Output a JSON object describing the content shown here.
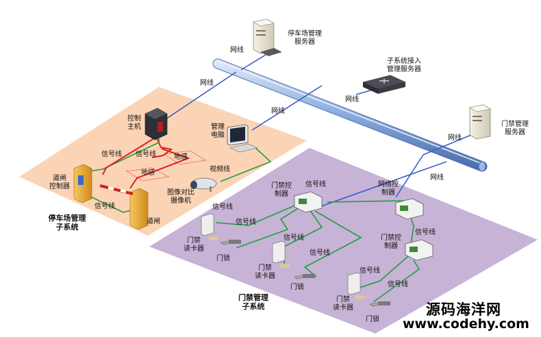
{
  "labels": {
    "parking_server": "停车场管理\n服务器",
    "subsystem_server": "子系统接入\n管理服务器",
    "access_server": "门禁管理\n服务器",
    "control_host": "控制\n主机",
    "mgmt_pc": "管理\n电脑",
    "gate_controller": "道闸\n控制器",
    "gate": "道闸",
    "camera": "图像对比\n摄像机",
    "ground_sense": "地感",
    "door_controller": "门禁控\n制器",
    "network_controller": "网络控\n制器",
    "card_reader": "门禁\n读卡器",
    "door_lock": "门锁",
    "network_line": "网线",
    "signal_line": "信号线",
    "video_line": "视频线"
  },
  "subsystems": {
    "parking": "停车场管理\n子系统",
    "access": "门禁管理\n子系统"
  },
  "watermark": {
    "name": "源码海洋网",
    "url": "www.codehy.com"
  },
  "colors": {
    "parking_zone": "#fbd4b5",
    "access_zone": "#c6b3d6",
    "network_line": "#3a5cc8",
    "signal_line": "#1f9e3a",
    "control_line": "#e01f1f",
    "backbone": "#7a9fd6"
  }
}
